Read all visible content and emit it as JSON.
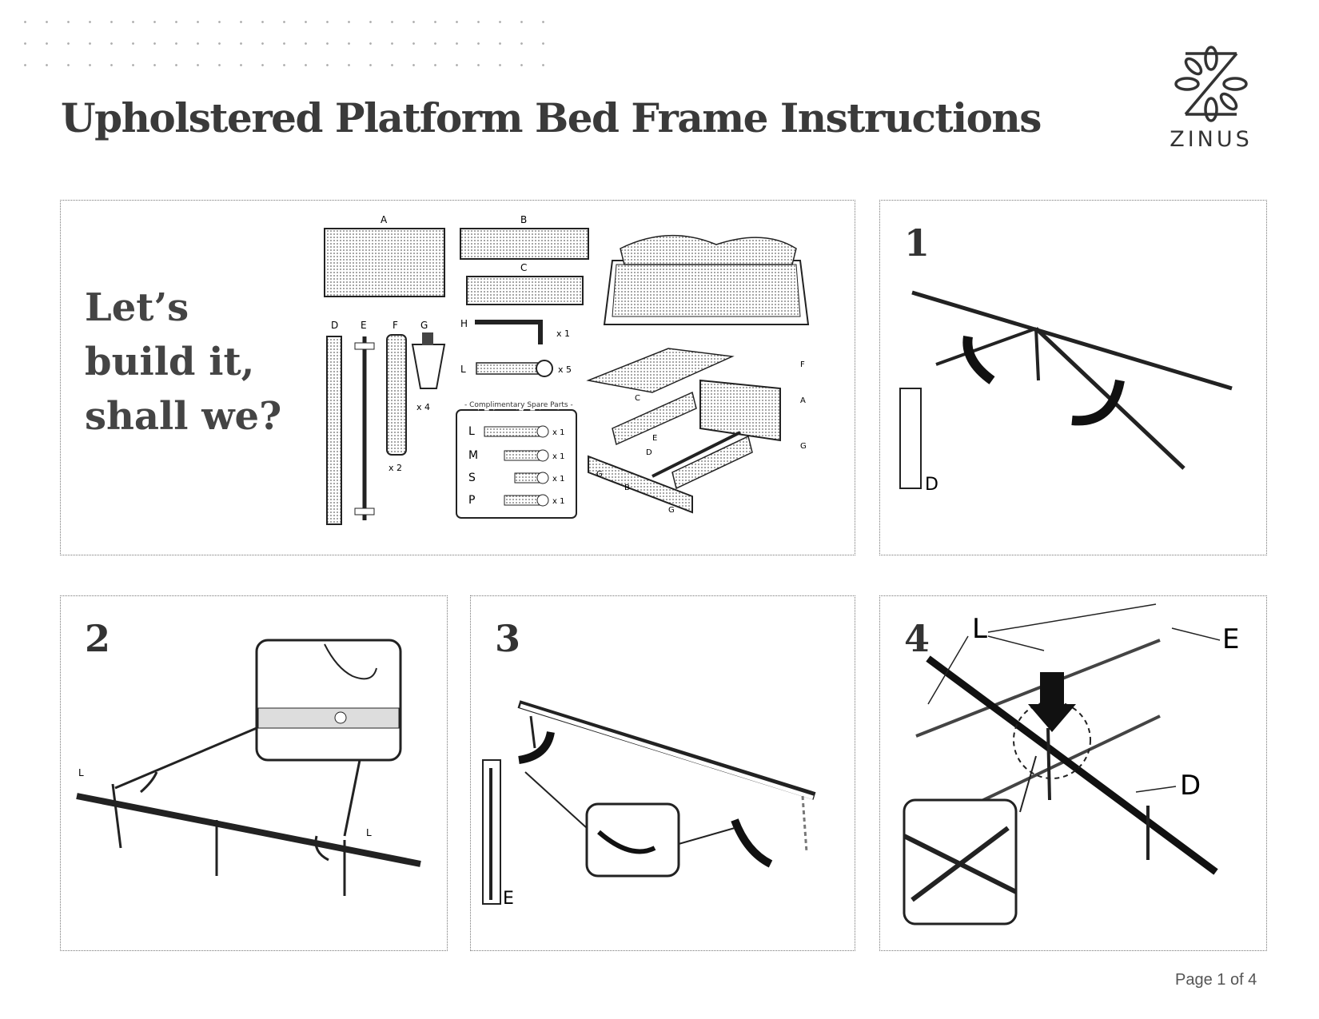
{
  "title": "Upholstered Platform Bed Frame Instructions",
  "brand": {
    "name": "ZINUS",
    "icon": "zinus-leaf-logo"
  },
  "intro": {
    "slogan": [
      "Let’s",
      "build it,",
      "shall we?"
    ],
    "parts": {
      "A": "A",
      "B": "B",
      "C": "C",
      "D": "D",
      "E": "E",
      "F": "F",
      "G": "G",
      "H": "H",
      "L": "L",
      "qty_F": "x 2",
      "qty_G": "x 4",
      "qty_H": "x 1",
      "qty_L": "x 5"
    },
    "spare_parts": {
      "title": "- Complimentary Spare Parts -",
      "items": [
        {
          "label": "L",
          "qty": "x 1"
        },
        {
          "label": "M",
          "qty": "x 1"
        },
        {
          "label": "S",
          "qty": "x 1"
        },
        {
          "label": "P",
          "qty": "x 1"
        }
      ]
    }
  },
  "steps": [
    {
      "number": "1",
      "labels": [
        "D"
      ]
    },
    {
      "number": "2",
      "labels": [
        "L",
        "L"
      ]
    },
    {
      "number": "3",
      "labels": [
        "E"
      ]
    },
    {
      "number": "4",
      "labels": [
        "L",
        "E",
        "D"
      ]
    }
  ],
  "footer": {
    "page": "Page 1 of 4"
  }
}
